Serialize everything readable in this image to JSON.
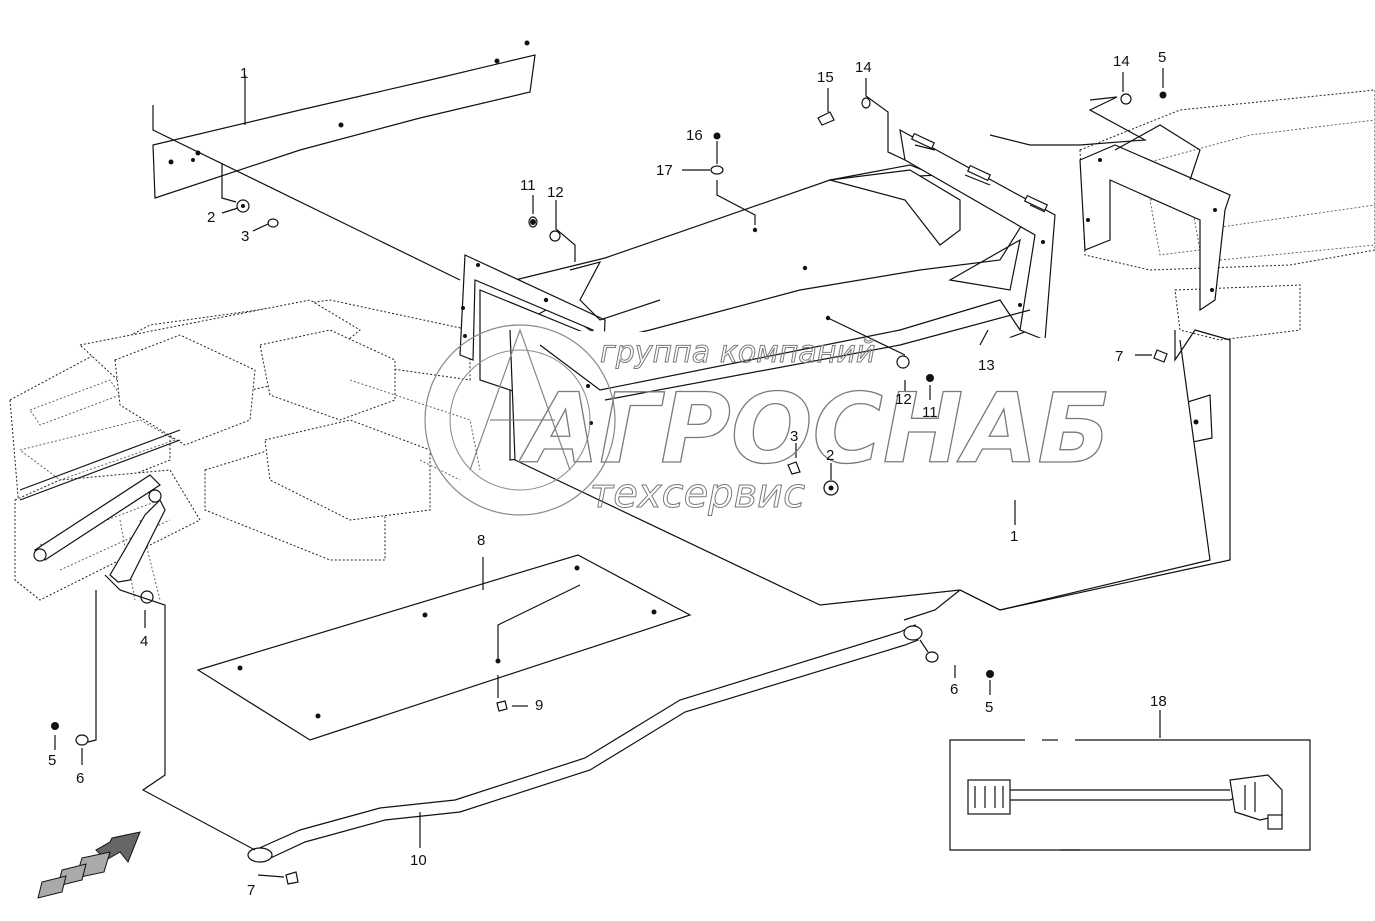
{
  "callouts": {
    "c1a": "1",
    "c1b": "1",
    "c2a": "2",
    "c2b": "2",
    "c3a": "3",
    "c3b": "3",
    "c4": "4",
    "c5a": "5",
    "c5b": "5",
    "c5c": "5",
    "c6a": "6",
    "c6b": "6",
    "c7a": "7",
    "c7b": "7",
    "c8": "8",
    "c9": "9",
    "c10": "10",
    "c11a": "11",
    "c11b": "11",
    "c12a": "12",
    "c12b": "12",
    "c13": "13",
    "c14a": "14",
    "c14b": "14",
    "c15": "15",
    "c16": "16",
    "c17": "17",
    "c18": "18"
  },
  "watermark": {
    "line1": "группа компаний",
    "line2": "АГРОСНАБ",
    "line3": "техсервис"
  },
  "icons": [
    "direction-arrow-icon",
    "company-logo-gear-icon"
  ]
}
